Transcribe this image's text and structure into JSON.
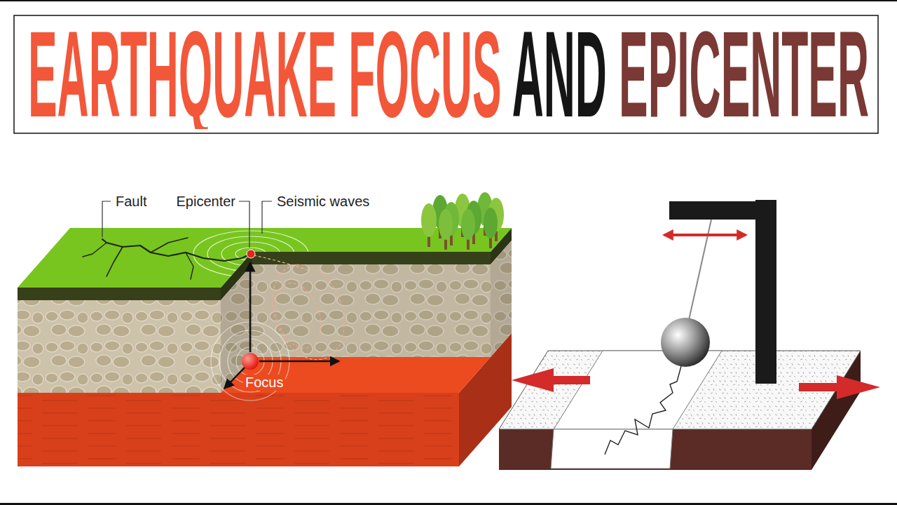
{
  "diagram": {
    "title": "EARTHQUAKE FOCUS AND EPICENTER",
    "labels": [
      "Fault",
      "Epicenter",
      "Seismic waves",
      "Focus"
    ]
  }
}
